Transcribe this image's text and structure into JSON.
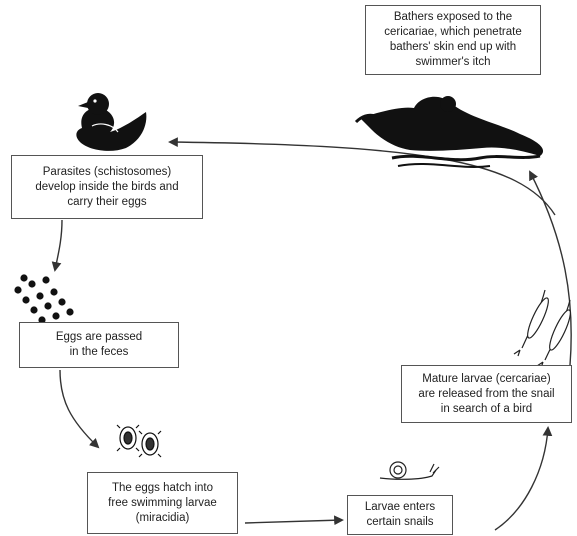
{
  "steps": {
    "bathers": {
      "lines": [
        "Bathers exposed to the",
        "cericariae, which penetrate",
        "bathers' skin end up with",
        "swimmer's itch"
      ]
    },
    "parasites": {
      "lines": [
        "Parasites (schistosomes)",
        "develop inside the birds and",
        "carry their eggs"
      ]
    },
    "eggs": {
      "lines": [
        "Eggs are passed",
        "in the feces"
      ]
    },
    "miracidia": {
      "lines": [
        "The eggs hatch into",
        "free swimming larvae",
        "(miracidia)"
      ]
    },
    "snails": {
      "lines": [
        "Larvae enters",
        "certain snails"
      ]
    },
    "cercariae": {
      "lines": [
        "Mature larvae (cercariae)",
        "are released from the snail",
        "in search of a bird"
      ]
    }
  },
  "illustrations": [
    "duck-icon",
    "eggs-icon",
    "miracidia-icon",
    "snail-icon",
    "cercariae-icon",
    "swimmer-icon"
  ],
  "colors": {
    "ink": "#222222",
    "box_border": "#555555",
    "arrow": "#333333"
  }
}
